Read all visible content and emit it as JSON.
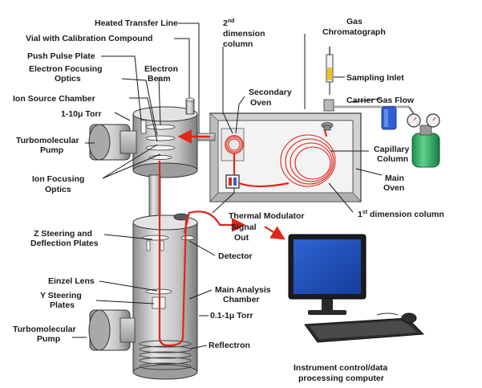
{
  "labels": {
    "heated_transfer_line": "Heated Transfer Line",
    "second_dim_1": "2",
    "second_dim_sup": "nd",
    "second_dim_2": "dimension",
    "second_dim_3": "column",
    "gas_chrom_1": "Gas",
    "gas_chrom_2": "Chromatograph",
    "vial": "Vial with Calibration Compound",
    "push_pulse": "Push Pulse Plate",
    "electron_beam_1": "Electron",
    "electron_beam_2": "Beam",
    "electron_focusing_1": "Electron Focusing",
    "electron_focusing_2": "Optics",
    "sampling_inlet": "Sampling Inlet",
    "ion_source": "Ion Source Chamber",
    "secondary_oven_1": "Secondary",
    "secondary_oven_2": "Oven",
    "carrier_gas": "Carrier Gas Flow",
    "torr_source": "1-10μ Torr",
    "turbo_top_1": "Turbomolecular",
    "turbo_top_2": "Pump",
    "capillary_1": "Capillary",
    "capillary_2": "Column",
    "main_oven_1": "Main",
    "main_oven_2": "Oven",
    "ion_focusing_1": "Ion Focusing",
    "ion_focusing_2": "Optics",
    "thermal_modulator": "Thermal Modulator",
    "first_dim_1": "1",
    "first_dim_sup": "st",
    "first_dim_2": " dimension column",
    "signal_out_1": "Signal",
    "signal_out_2": "Out",
    "z_steering_1": "Z Steering and",
    "z_steering_2": "Deflection Plates",
    "detector": "Detector",
    "einzel": "Einzel Lens",
    "y_steering_1": "Y Steering",
    "y_steering_2": "Plates",
    "main_analysis_1": "Main Analysis",
    "main_analysis_2": "Chamber",
    "torr_main": "0.1-1μ Torr",
    "turbo_bottom_1": "Turbomolecular",
    "turbo_bottom_2": "Pump",
    "reflectron": "Reflectron",
    "computer_1": "Instrument control/data",
    "computer_2": "processing computer"
  },
  "colors": {
    "beam": "#e0251b",
    "metal": "#cfcfcf",
    "monitor_screen": "#1f4fb5",
    "cylinder_green": "#2fb36a",
    "blue_trap": "#2f5fd0"
  }
}
